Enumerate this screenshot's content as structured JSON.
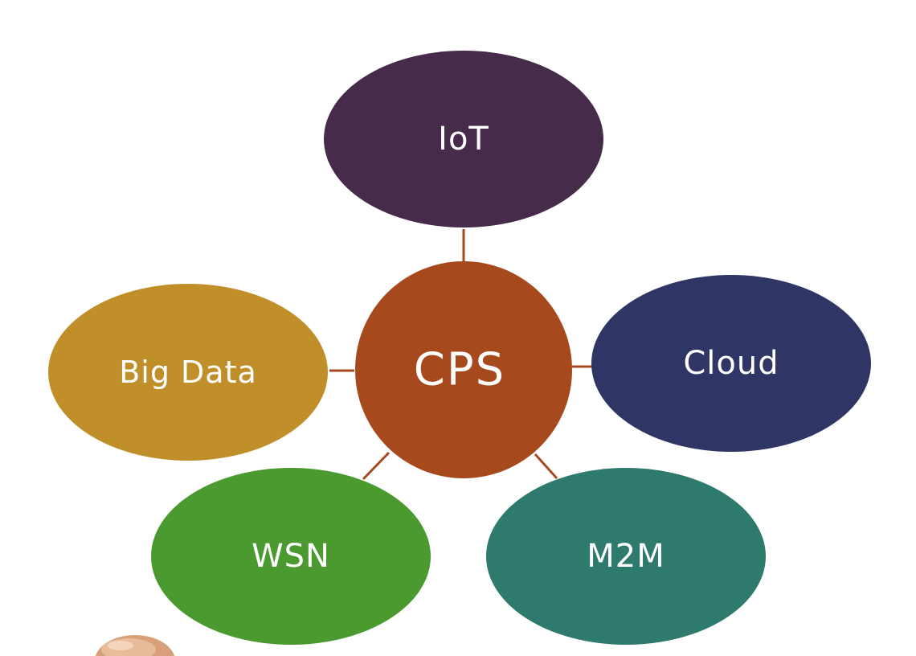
{
  "center": {
    "label": "CPS",
    "color": "#a64a1e"
  },
  "connector_color": "#a64a1e",
  "nodes": [
    {
      "id": "iot",
      "label": "IoT",
      "color": "#462b4a"
    },
    {
      "id": "cloud",
      "label": "Cloud",
      "color": "#2f3564"
    },
    {
      "id": "m2m",
      "label": "M2M",
      "color": "#2e7a6c"
    },
    {
      "id": "wsn",
      "label": "WSN",
      "color": "#4a9a2f"
    },
    {
      "id": "big-data",
      "label": "Big Data",
      "color": "#c08f2a"
    }
  ],
  "decorations": {
    "hand": "hand-icon"
  }
}
